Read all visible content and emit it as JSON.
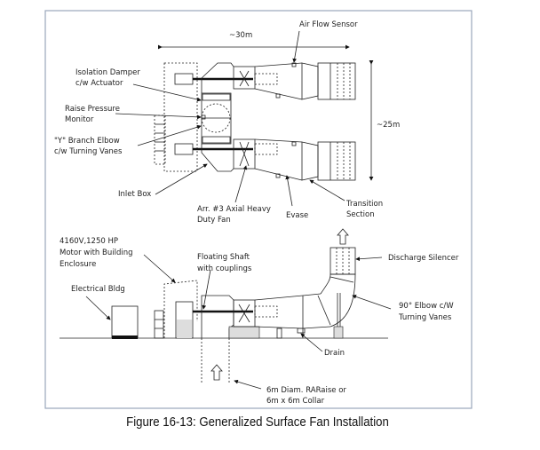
{
  "figure": {
    "caption": "Figure 16-13: Generalized Surface Fan Installation",
    "plan_view": {
      "dim_length": "~30m",
      "dim_width": "~25m",
      "labels": {
        "air_flow_sensor": "Air Flow Sensor",
        "isolation_damper_1": "Isolation Damper",
        "isolation_damper_2": "c/w Actuator",
        "raise_pressure_1": "Raise Pressure",
        "raise_pressure_2": "Monitor",
        "y_branch_1": "\"Y\" Branch Elbow",
        "y_branch_2": "c/w Turning Vanes",
        "inlet_box": "Inlet Box",
        "axial_fan_1": "Arr. #3 Axial Heavy",
        "axial_fan_2": "Duty Fan",
        "evase": "Evase",
        "transition_1": "Transition",
        "transition_2": "Section"
      }
    },
    "elevation_view": {
      "labels": {
        "motor_1": "4160V,1250 HP",
        "motor_2": "Motor with Building",
        "motor_3": "Enclosure",
        "electrical_bldg": "Electrical Bldg",
        "floating_shaft_1": "Floating Shaft",
        "floating_shaft_2": "with couplings",
        "discharge_silencer": "Discharge Silencer",
        "elbow_1": "90° Elbow c/W",
        "elbow_2": "Turning Vanes",
        "drain": "Drain",
        "raise_1": "6m Diam. RARaise  or",
        "raise_2": "6m x 6m Collar"
      }
    }
  }
}
